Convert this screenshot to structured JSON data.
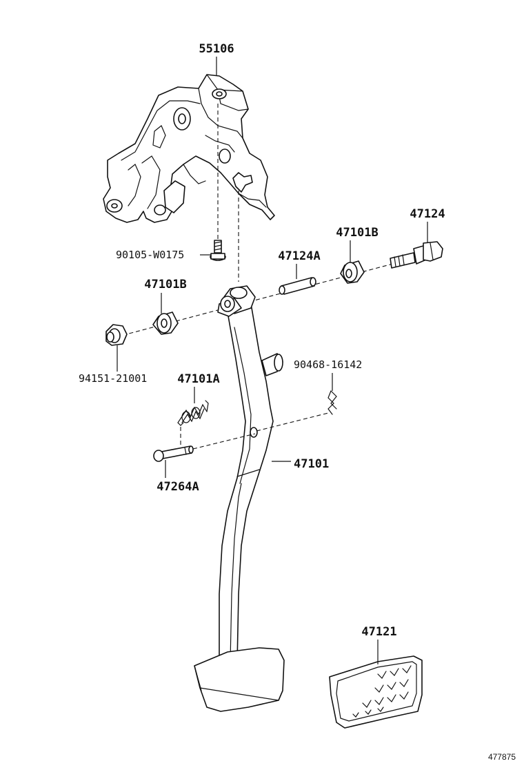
{
  "diagram": {
    "labels": {
      "bracket": "55106",
      "bracket_bolt": "90105-W0175",
      "bush_left": "47101B",
      "nut": "94151-21001",
      "collar": "47124A",
      "bush_right": "47101B",
      "pivot_bolt": "47124",
      "clip": "90468-16142",
      "spring": "47101A",
      "pin": "47264A",
      "pedal_arm": "47101",
      "pedal_pad": "47121"
    },
    "reference_number": "477875"
  }
}
